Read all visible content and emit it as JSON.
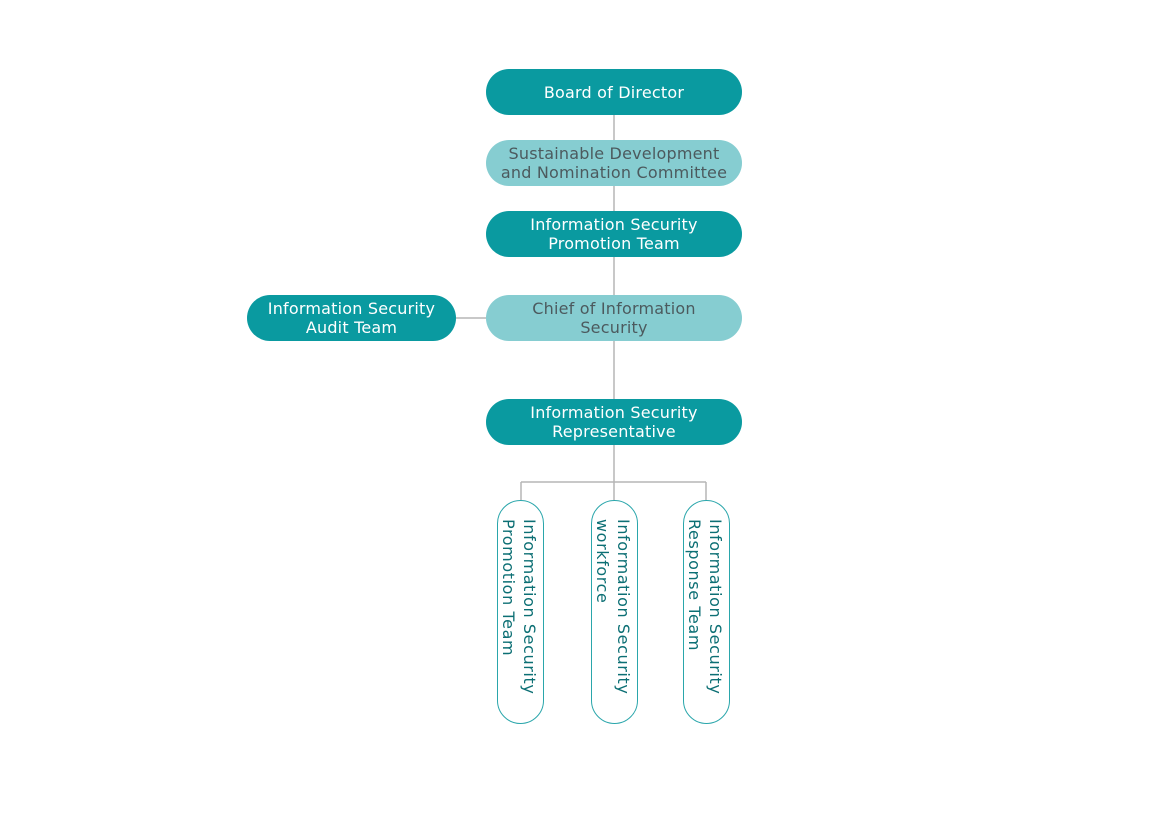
{
  "chart": {
    "board": "Board of Director",
    "committee": "Sustainable Development\nand Nomination Committee",
    "promotion_team": "Information Security\nPromotion Team",
    "chief": "Chief of Information\nSecurity",
    "audit_team": "Information Security\nAudit Team",
    "representative": "Information Security\nRepresentative",
    "sub_units": [
      "Information Security\nPromotion Team",
      "Information Security\nworkforce",
      "Information Security\nResponse Team"
    ]
  },
  "colors": {
    "primary": "#0a9aa0",
    "secondary": "#86cdd1",
    "outline": "#2aa6ab",
    "connector": "#b5b5b5"
  }
}
